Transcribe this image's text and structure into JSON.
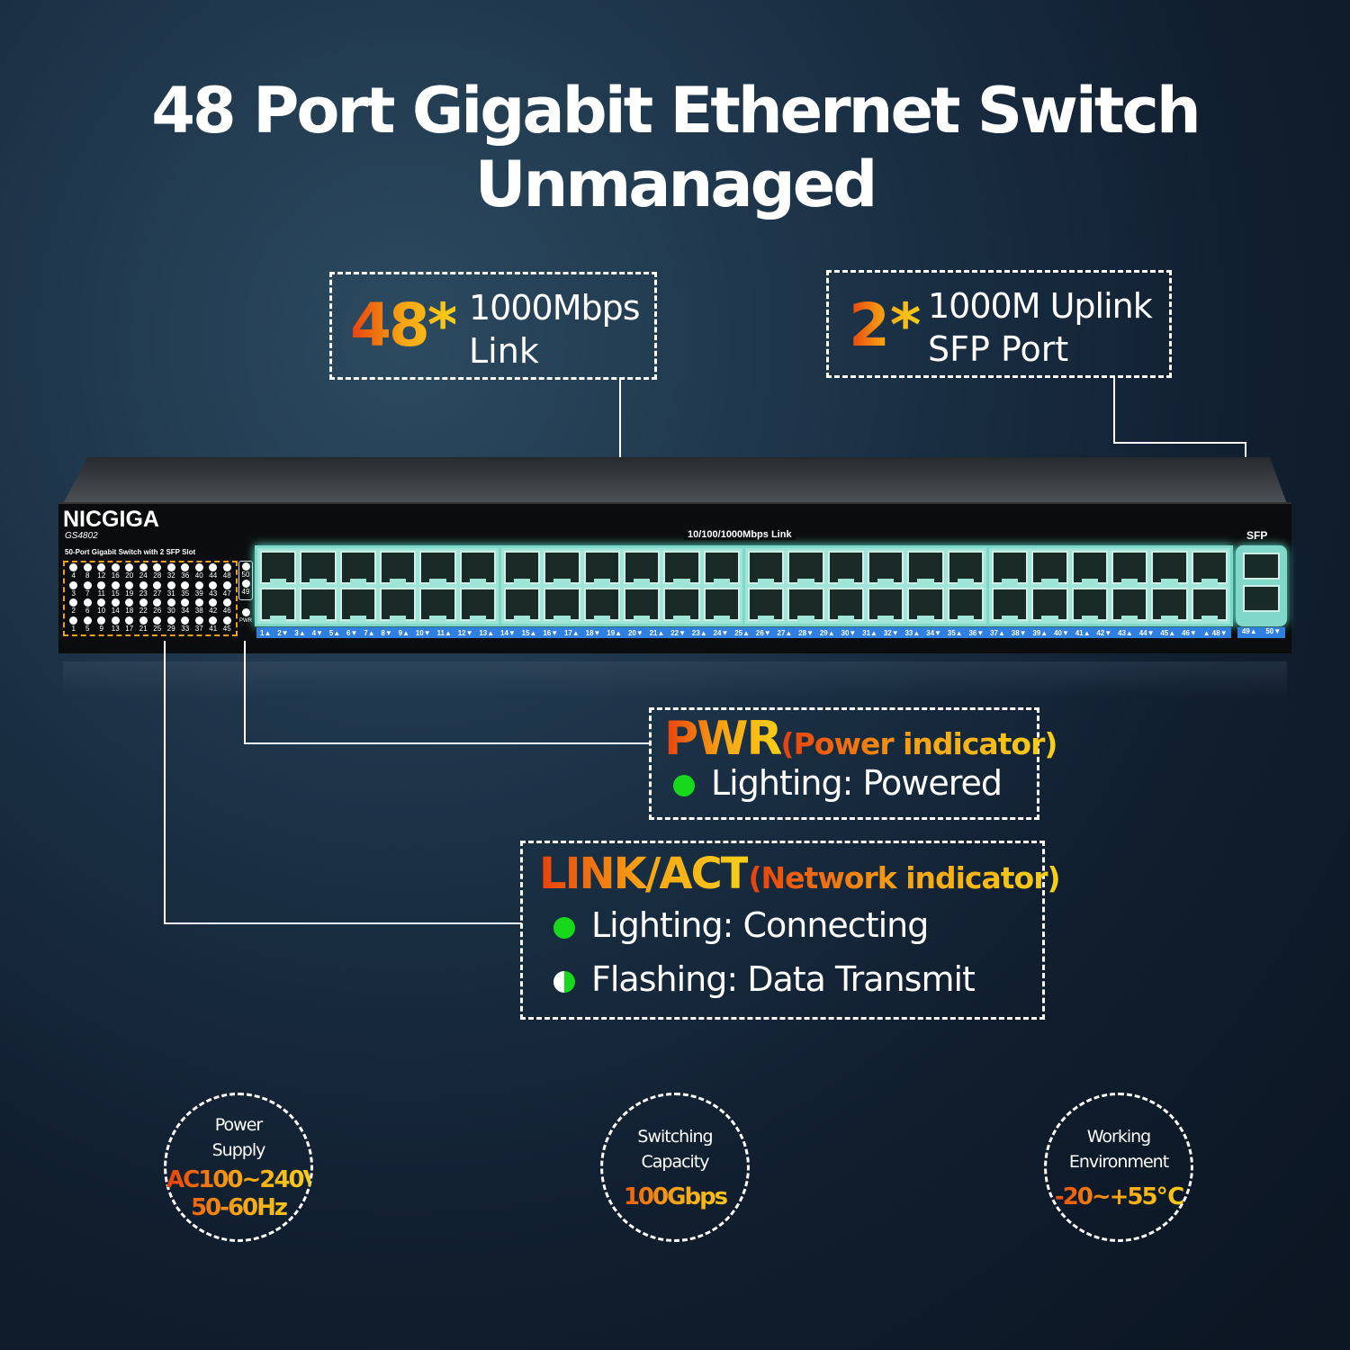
{
  "title": "48 Port Gigabit Ethernet Switch Unmanaged",
  "callouts": {
    "ports": {
      "count": "48*",
      "line1": "1000Mbps",
      "line2": "Link"
    },
    "sfp": {
      "count": "2*",
      "line1": "1000M Uplink",
      "line2": "SFP Port"
    },
    "pwr": {
      "name": "PWR",
      "desc": "(Power indicator)",
      "item": "Lighting: Powered"
    },
    "link": {
      "name": "LINK/ACT",
      "desc": "(Network indicator)",
      "items": [
        "Lighting: Connecting",
        "Flashing: Data Transmit"
      ]
    }
  },
  "device": {
    "brand": "NICGIGA",
    "model": "GS4802",
    "subtitle": "50-Port Gigabit Switch with 2 SFP Slot",
    "link_label": "10/100/1000Mbps Link",
    "sfp_label": "SFP",
    "pwr_label": "PWR",
    "led_rows": [
      [
        "4",
        "8",
        "12",
        "16",
        "20",
        "24",
        "28",
        "32",
        "36",
        "40",
        "44",
        "48"
      ],
      [
        "3",
        "7",
        "11",
        "15",
        "19",
        "23",
        "27",
        "31",
        "35",
        "39",
        "43",
        "47"
      ],
      [
        "2",
        "6",
        "10",
        "14",
        "18",
        "22",
        "26",
        "30",
        "34",
        "38",
        "42",
        "46"
      ],
      [
        "1",
        "5",
        "9",
        "13",
        "17",
        "21",
        "25",
        "29",
        "33",
        "37",
        "41",
        "45"
      ]
    ],
    "sfp_leds": [
      "50",
      "49"
    ],
    "port_labels": [
      "1▲",
      "2▼",
      "3▲",
      "4▼",
      "5▲",
      "6▼",
      "7▲",
      "8▼",
      "9▲",
      "10▼",
      "11▲",
      "12▼",
      "13▲",
      "14▼",
      "15▲",
      "16▼",
      "17▲",
      "18▼",
      "19▲",
      "20▼",
      "21▲",
      "22▼",
      "23▲",
      "24▼",
      "25▲",
      "26▼",
      "27▲",
      "28▼",
      "29▲",
      "30▼",
      "31▲",
      "32▼",
      "33▲",
      "34▼",
      "35▲",
      "36▼",
      "37▲",
      "38▼",
      "39▲",
      "40▼",
      "41▲",
      "42▼",
      "43▲",
      "44▼",
      "45▲",
      "46▼",
      "▲ 48▼"
    ],
    "sfp_port_labels": [
      "49▲",
      "50▼"
    ]
  },
  "specs": [
    {
      "label1": "Power",
      "label2": "Supply",
      "value1": "AC100~240V",
      "value2": "50-60Hz"
    },
    {
      "label1": "Switching",
      "label2": "Capacity",
      "value1": "100Gbps"
    },
    {
      "label1": "Working",
      "label2": "Environment",
      "value1": "-20~+55℃"
    }
  ],
  "colors": {
    "accent": "#f26a10",
    "led_green": "#18d81c",
    "port_label_bar": "#2f7fe0"
  }
}
